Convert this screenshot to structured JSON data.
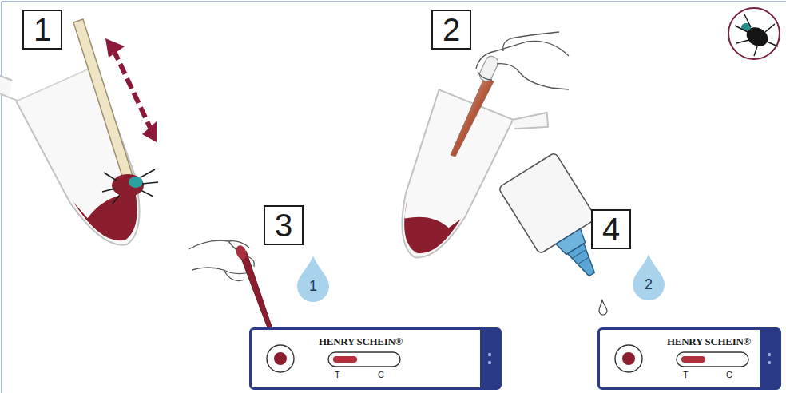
{
  "diagram": {
    "nodes": [
      {
        "text": [
          "1"
        ]
      },
      {
        "text": [
          "2"
        ]
      },
      {
        "text": [
          "3"
        ]
      },
      {
        "text": [
          "1"
        ]
      },
      {
        "text": [
          "HENRY SCHEIN®",
          "T",
          "C"
        ]
      },
      {
        "text": [
          "4"
        ]
      },
      {
        "text": [
          "2"
        ]
      },
      {
        "text": [
          "HENRY SCHEIN®",
          "T",
          "C"
        ]
      }
    ]
  }
}
